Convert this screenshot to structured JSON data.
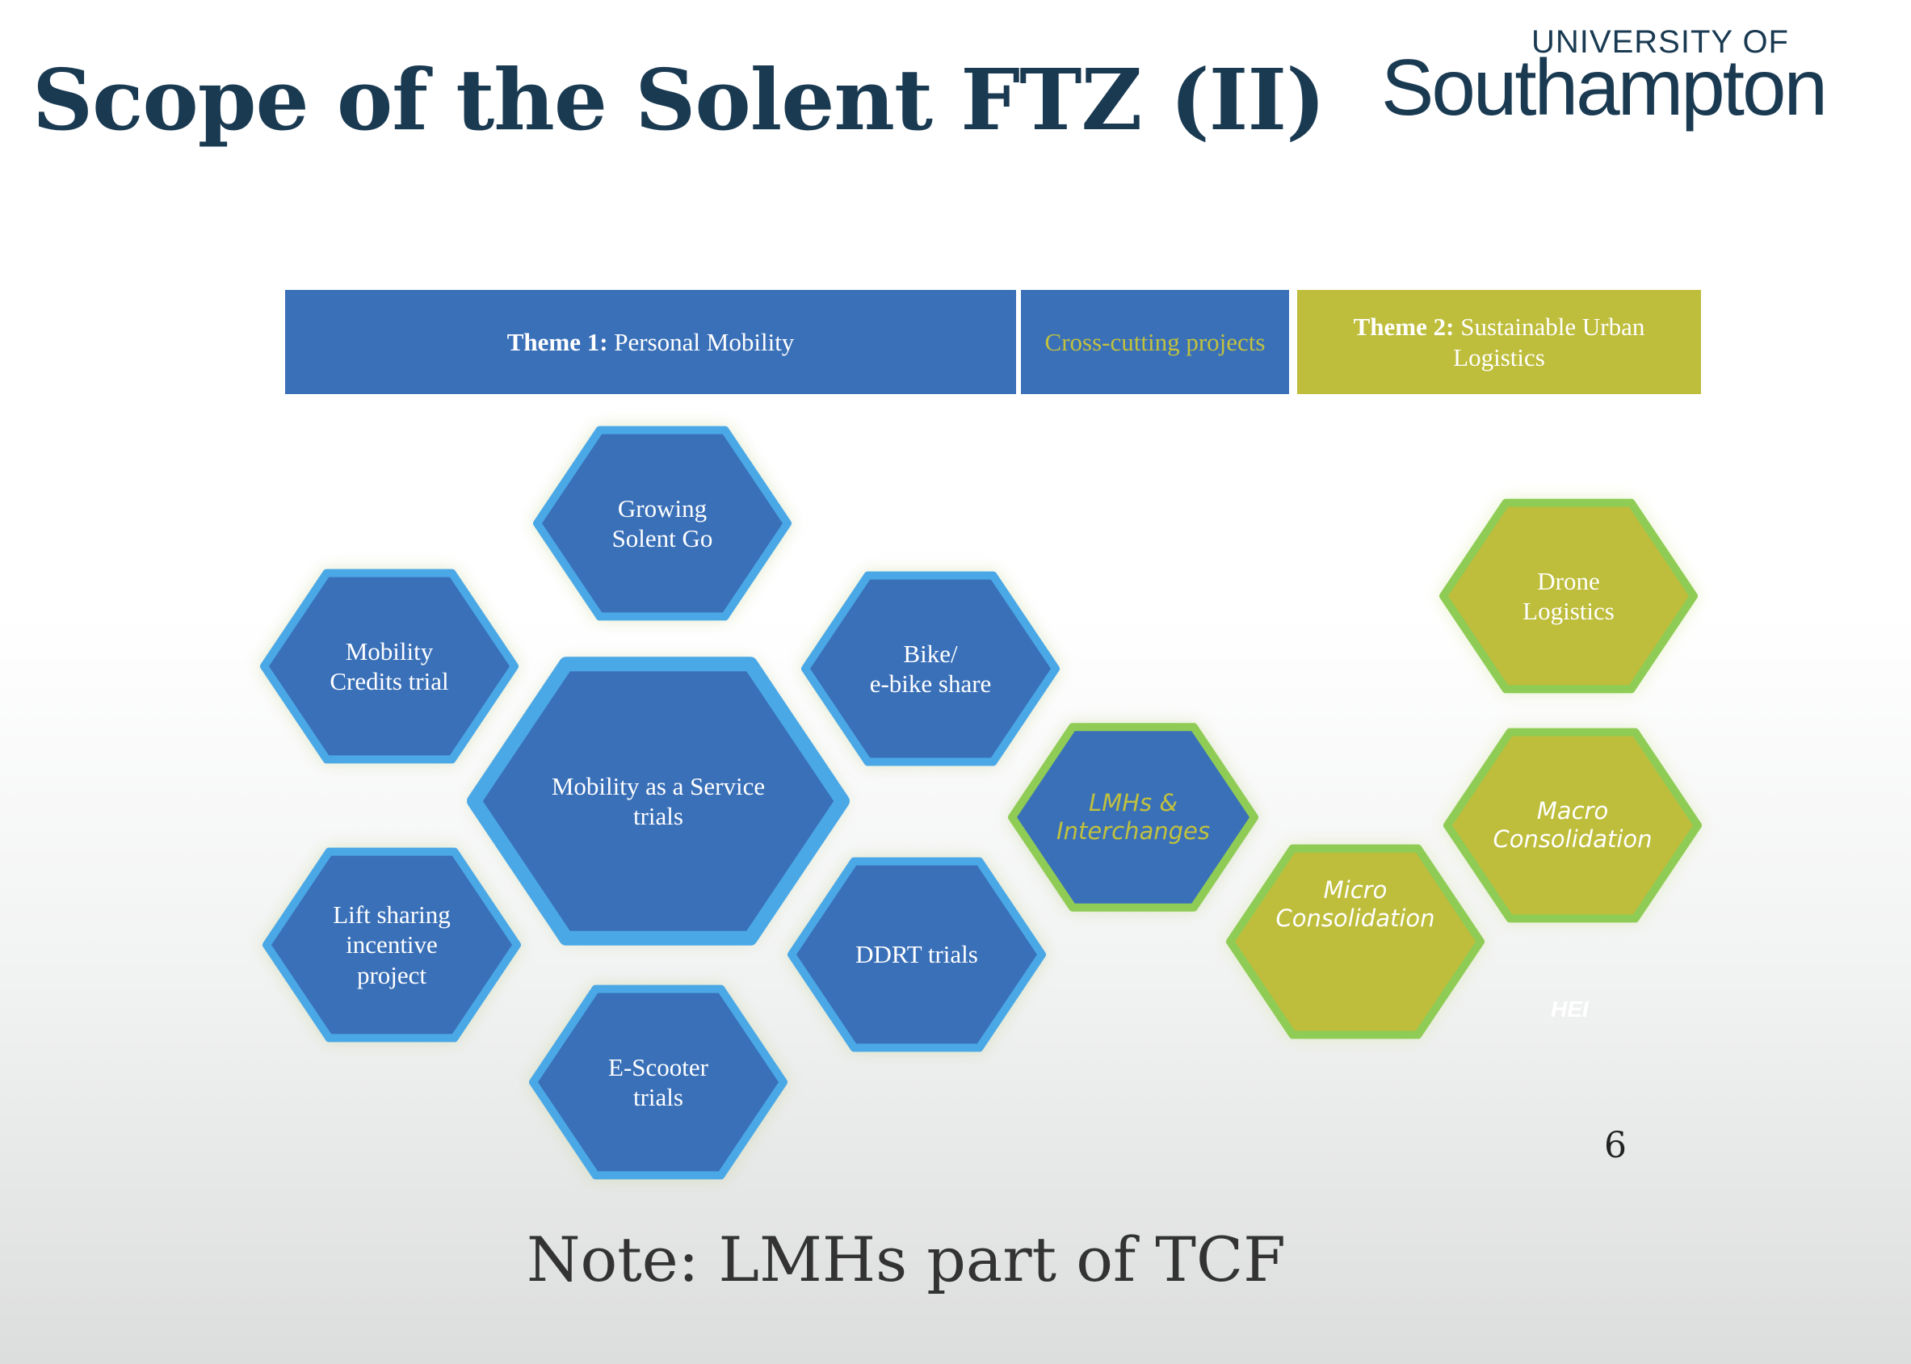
{
  "slide": {
    "title": "Scope of the Solent FTZ (II)",
    "logo": {
      "top_line": "UNIVERSITY OF",
      "main_line": "Southampton"
    },
    "page_number": "6",
    "note": "Note: LMHs part of TCF",
    "hei_label": "HEI"
  },
  "themes": [
    {
      "key": "theme1",
      "bold": "Theme 1:",
      "text": "Personal Mobility"
    },
    {
      "key": "cross",
      "bold": "",
      "text": "Cross-cutting projects"
    },
    {
      "key": "theme2",
      "bold": "Theme 2:",
      "text": "Sustainable Urban Logistics"
    }
  ],
  "hexagons": [
    {
      "id": "growing-solent-go",
      "label": "Growing\nSolent Go",
      "theme": "blue"
    },
    {
      "id": "mobility-credits",
      "label": "Mobility\nCredits trial",
      "theme": "blue"
    },
    {
      "id": "bike-share",
      "label": "Bike/\ne-bike share",
      "theme": "blue"
    },
    {
      "id": "maas",
      "label": "Mobility as a Service\ntrials",
      "theme": "blue-large"
    },
    {
      "id": "lift-sharing",
      "label": "Lift sharing\nincentive\nproject",
      "theme": "blue"
    },
    {
      "id": "ddrt",
      "label": "DDRT trials",
      "theme": "blue"
    },
    {
      "id": "e-scooter",
      "label": "E-Scooter\ntrials",
      "theme": "blue"
    },
    {
      "id": "lmhs",
      "label": "LMHs &\nInterchanges",
      "theme": "cross"
    },
    {
      "id": "drone",
      "label": "Drone\nLogistics",
      "theme": "green"
    },
    {
      "id": "macro",
      "label": "Macro\nConsolidation",
      "theme": "green"
    },
    {
      "id": "micro",
      "label": "Micro\nConsolidation",
      "theme": "green"
    }
  ],
  "colors": {
    "title": "#1a3a52",
    "blue_fill": "#3a70b8",
    "blue_border": "#4aa8e6",
    "green_fill": "#bebd3c",
    "green_border": "#8fcc55",
    "cross_text": "#c1c13e"
  }
}
